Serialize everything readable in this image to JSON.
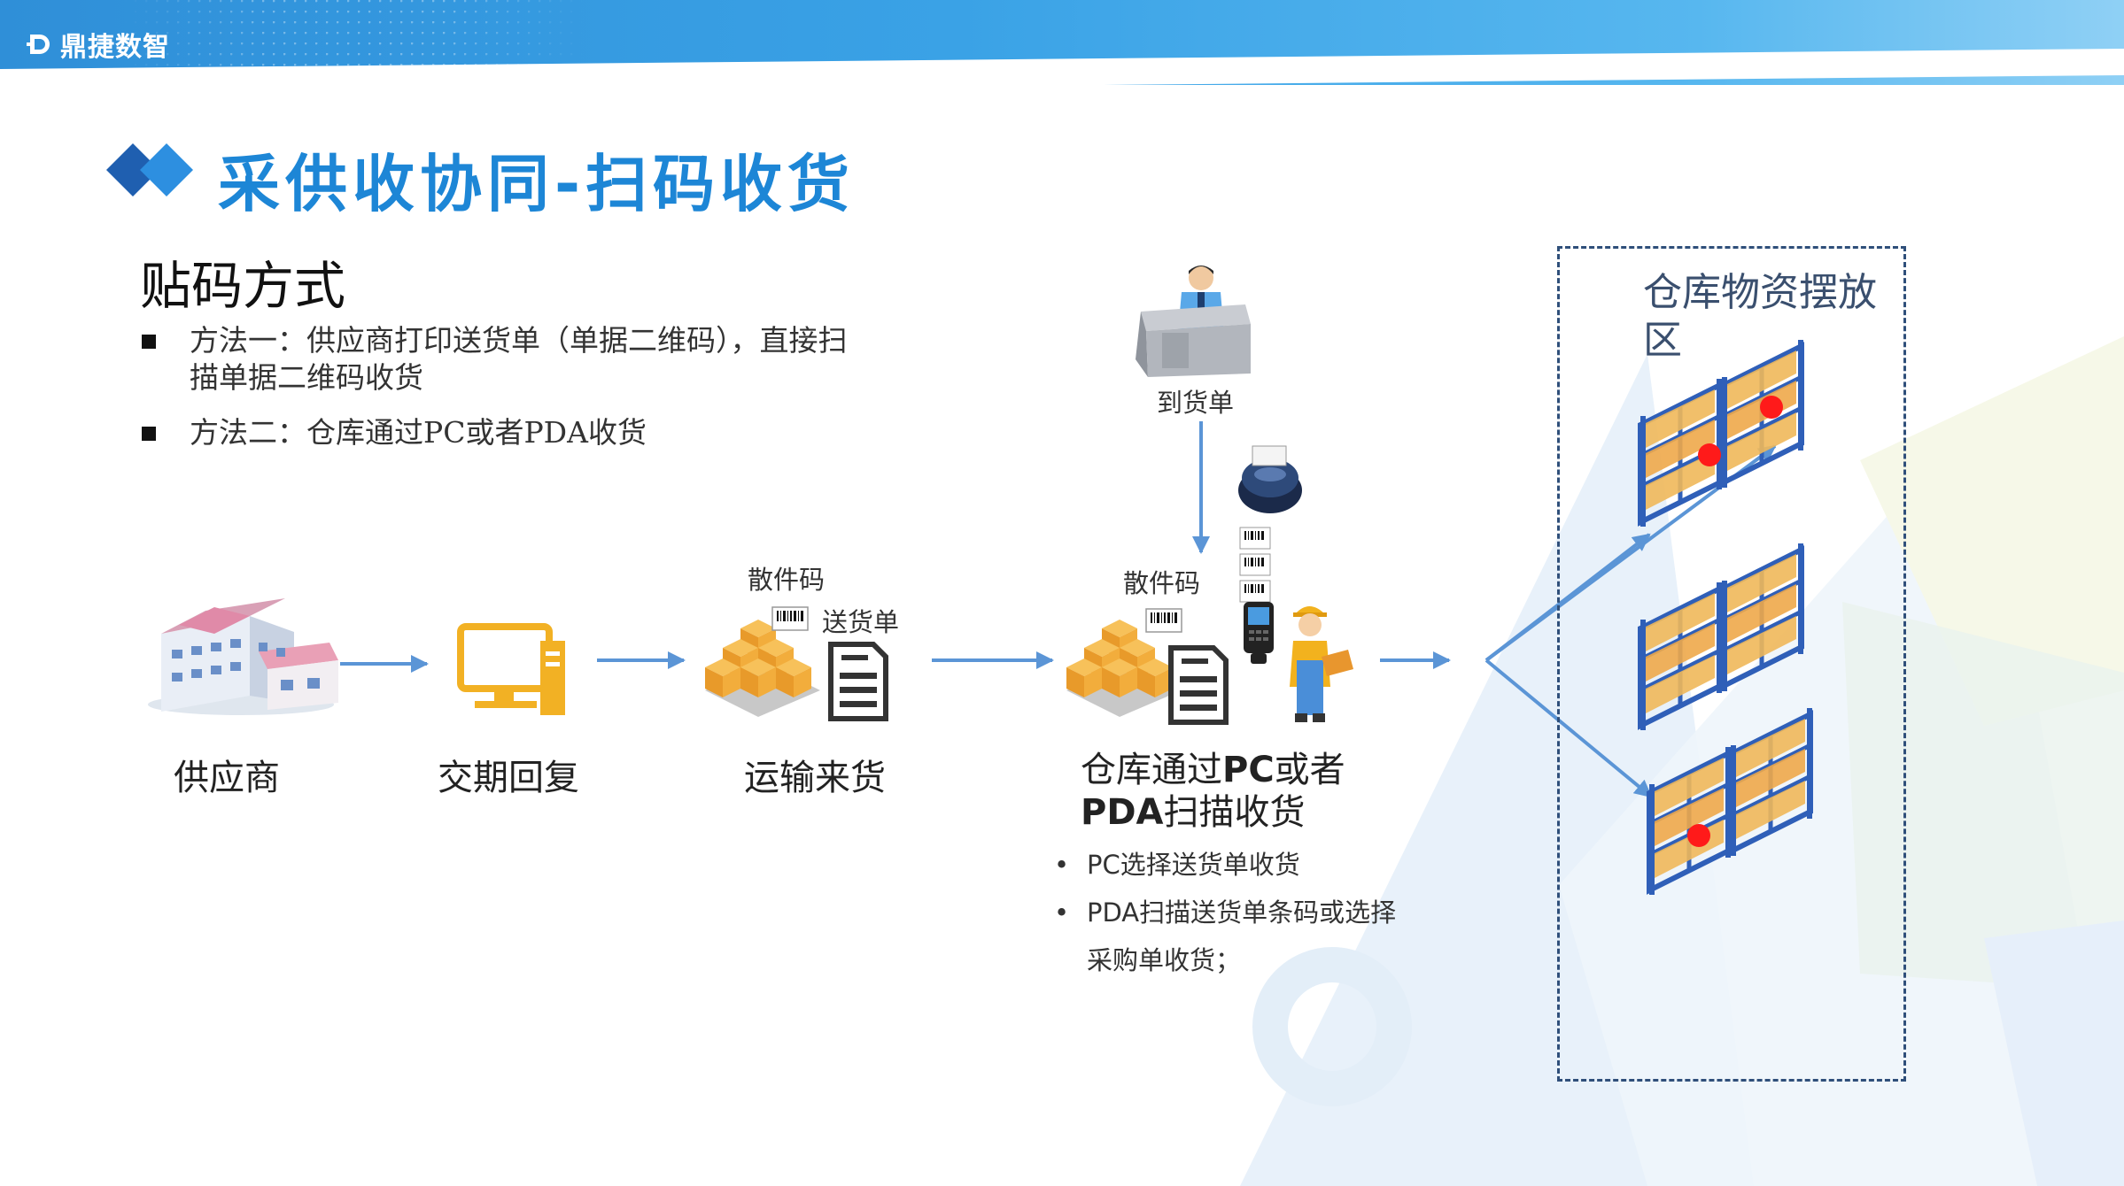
{
  "brand": {
    "name": "鼎捷数智"
  },
  "title": "采供收协同-扫码收货",
  "section": {
    "heading": "贴码方式",
    "methods": [
      {
        "line1": "方法一：供应商打印送货单（单据二维码），直接扫",
        "line2": "描单据二维码收货"
      },
      {
        "line1": "方法二：仓库通过PC或者PDA收货"
      }
    ]
  },
  "flow": {
    "supplier": "供应商",
    "delivery_reply": "交期回复",
    "transport": "运输来货",
    "loose_code_1": "散件码",
    "delivery_note": "送货单",
    "arrival_note": "到货单",
    "loose_code_2": "散件码",
    "warehouse_receive": {
      "line1_prefix": "仓库通过",
      "line1_bold": "PC",
      "line1_suffix": "或者",
      "line2_bold": "PDA",
      "line2_suffix": "扫描收货"
    },
    "bullets": [
      "PC选择送货单收货",
      "PDA扫描送货单条码或选择",
      "采购单收货；"
    ]
  },
  "zone": {
    "title": "仓库物资摆放区"
  },
  "colors": {
    "accent": "#1d86d6",
    "arrow": "#5b95d6",
    "header": "#3aa2e6",
    "dashed_border": "#2f4f7a",
    "box_orange": "#f0a030",
    "rack_blue": "#2f5fb8",
    "marker_red": "#ff1a1a"
  }
}
